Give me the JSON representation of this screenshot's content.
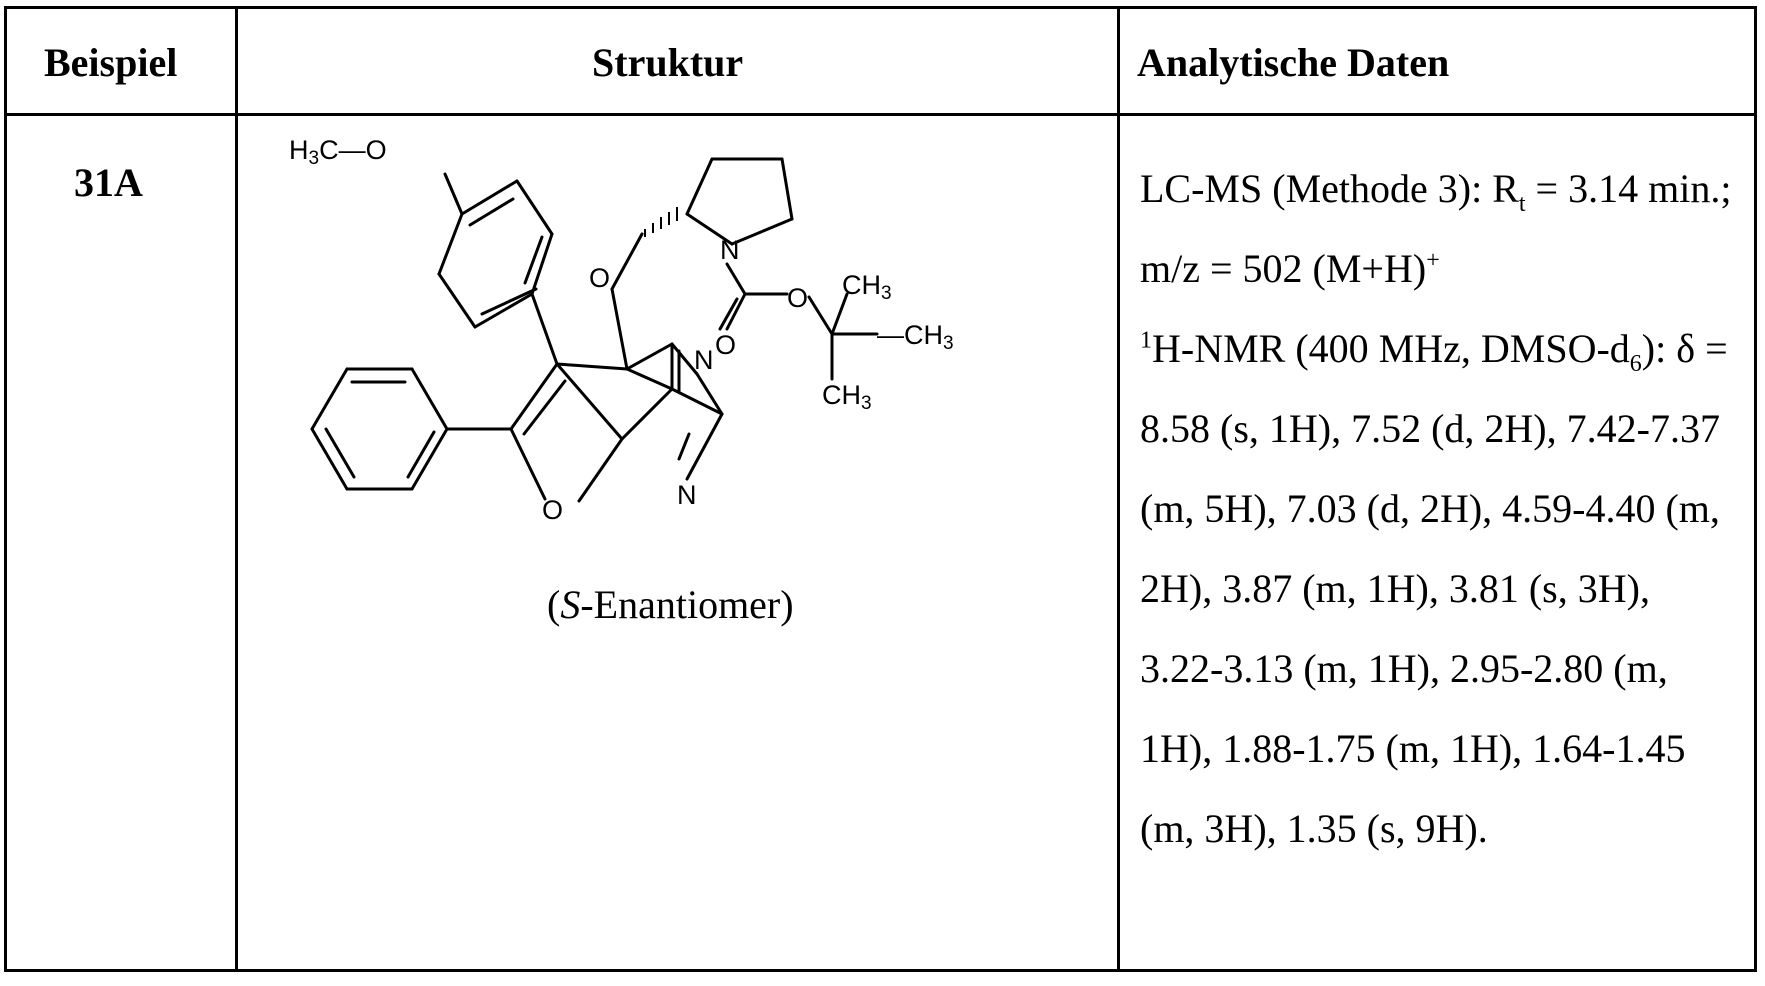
{
  "table": {
    "headers": {
      "example": "Beispiel",
      "structure": "Struktur",
      "analytical": "Analytische Daten"
    },
    "row": {
      "example_id": "31A",
      "structure": {
        "labels": {
          "methoxy": "H3C—O",
          "n_pyrrolidine": "N",
          "o_ether": "O",
          "o_carbonyl_single": "O",
          "o_carbonyl_double": "O",
          "ch3_top": "CH3",
          "ch3_right": "CH3",
          "ch3_bottom": "CH3",
          "n_pyrimidine_1": "N",
          "n_pyrimidine_2": "N",
          "o_furan": "O"
        },
        "caption_prefix": "(",
        "caption_italic": "S",
        "caption_rest": "-Enantiomer)"
      },
      "analytical": {
        "lcms_a": "LC-MS (Methode 3): R",
        "lcms_rt_sub": "t",
        "lcms_b": " = 3.14 min.; m/z = 502 (M+H)",
        "lcms_sup": "+",
        "nmr_sup": "1",
        "nmr_a": "H-NMR (400 MHz, DMSO-d",
        "nmr_sub": "6",
        "nmr_b": "): δ = 8.58 (s, 1H), 7.52 (d, 2H), 7.42-7.37 (m, 5H), 7.03 (d, 2H), 4.59-4.40 (m, 2H), 3.87 (m, 1H), 3.81 (s, 3H), 3.22-3.13 (m, 1H), 2.95-2.80 (m, 1H), 1.88-1.75 (m, 1H), 1.64-1.45 (m, 3H), 1.35 (s, 9H)."
      }
    }
  }
}
